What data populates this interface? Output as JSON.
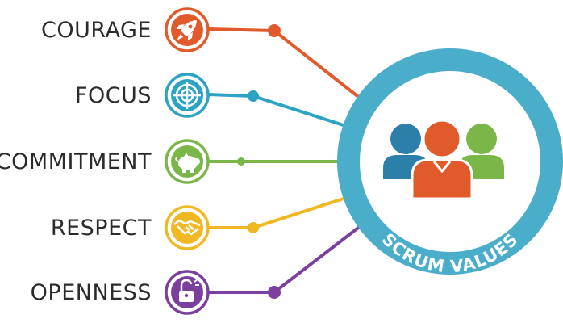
{
  "values": [
    {
      "label": "COURAGE",
      "icon": "rocket-icon",
      "color": "#e05a2b"
    },
    {
      "label": "FOCUS",
      "icon": "target-icon",
      "color": "#2ba3c4"
    },
    {
      "label": "COMMITMENT",
      "icon": "piggy-bank-icon",
      "color": "#7ab648"
    },
    {
      "label": "RESPECT",
      "icon": "handshake-icon",
      "color": "#f0b823"
    },
    {
      "label": "OPENNESS",
      "icon": "unlocked-padlock-icon",
      "color": "#7b3f9e"
    }
  ],
  "hub": {
    "label": "SCRUM VALUES",
    "icon": "team-people-icon",
    "ring_color": "#4aaecb",
    "inner_color": "#ffffff",
    "people_colors": [
      "#2b7fa8",
      "#e05a2b",
      "#7ab648"
    ]
  }
}
